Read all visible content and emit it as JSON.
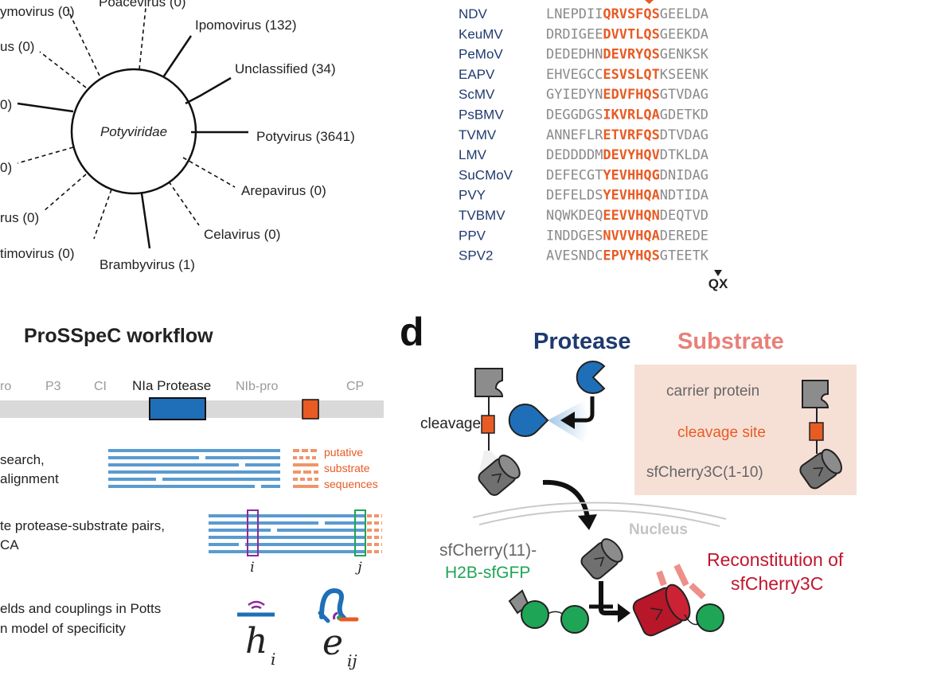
{
  "panel_a": {
    "center_label": "Potyviridae",
    "genera": [
      {
        "text": "Poacevirus (0)"
      },
      {
        "text": "Ipomovirus (132)"
      },
      {
        "text": "Unclassified (34)"
      },
      {
        "text": "Potyvirus (3641)"
      },
      {
        "text": "Arepavirus (0)"
      },
      {
        "text": "Celavirus (0)"
      },
      {
        "text": "Brambyvirus (1)"
      },
      {
        "text": "timovirus (0)"
      },
      {
        "text": "rus (0)"
      },
      {
        "text": "0)"
      },
      {
        "text": "0)"
      },
      {
        "text": "us (0)"
      },
      {
        "text": "ymovirus (0)"
      }
    ]
  },
  "panel_b": {
    "rows": [
      {
        "name": "NDV",
        "pre": "LNEPDII",
        "hl": "QRVSFQS",
        "post": "GEELDA"
      },
      {
        "name": "KeuMV",
        "pre": "DRDIGEE",
        "hl": "DVVTLQS",
        "post": "GEEKDA"
      },
      {
        "name": "PeMoV",
        "pre": "DEDEDHN",
        "hl": "DEVRYQS",
        "post": "GENKSK"
      },
      {
        "name": "EAPV",
        "pre": "EHVEGCC",
        "hl": "ESVSLQT",
        "post": "KSEENK"
      },
      {
        "name": "ScMV",
        "pre": "GYIEDYN",
        "hl": "EDVFHQS",
        "post": "GTVDAG"
      },
      {
        "name": "PsBMV",
        "pre": "DEGGDGS",
        "hl": "IKVRLQA",
        "post": "GDETKD"
      },
      {
        "name": "TVMV",
        "pre": "ANNEFLR",
        "hl": "ETVRFQS",
        "post": "DTVDAG"
      },
      {
        "name": "LMV",
        "pre": "DEDDDDM",
        "hl": "DEVYHQV",
        "post": "DTKLDA"
      },
      {
        "name": "SuCMoV",
        "pre": "DEFECGT",
        "hl": "YEVHHQG",
        "post": "DNIDAG"
      },
      {
        "name": "PVY",
        "pre": "DEFELDS",
        "hl": "YEVHHQA",
        "post": "NDTIDA"
      },
      {
        "name": "TVBMV",
        "pre": "NQWKDEQ",
        "hl": "EEVVHQN",
        "post": "DEQTVD"
      },
      {
        "name": "PPV",
        "pre": "INDDGES",
        "hl": "NVVVHQA",
        "post": "DEREDE"
      },
      {
        "name": "SPV2",
        "pre": "AVESNDC",
        "hl": "EPVYHQS",
        "post": "GTEETK"
      }
    ],
    "cut_label": "QX"
  },
  "panel_c": {
    "title": "ProSSpeC workflow",
    "genes": [
      "ro",
      "P3",
      "CI",
      "NIa Protease",
      "NIb-pro",
      "CP"
    ],
    "step1": [
      "search,",
      "alignment"
    ],
    "putative": [
      "putative",
      "substrate",
      "sequences"
    ],
    "step2": [
      "te protease-substrate pairs,",
      "CA"
    ],
    "col_i": "i",
    "col_j": "j",
    "step3": [
      "elds and couplings in Potts",
      "n model of specificity"
    ],
    "h_symbol": "h",
    "h_sub": "i",
    "e_symbol": "e",
    "e_sub": "ij"
  },
  "panel_d": {
    "letter": "d",
    "protease_title": "Protease",
    "substrate_title": "Substrate",
    "cleavage": "cleavage",
    "carrier": "carrier protein",
    "cleavage_site": "cleavage site",
    "sfcherry": "sfCherry3C(1-10)",
    "nucleus": "Nucleus",
    "sfcherry11": "sfCherry(11)-",
    "h2b": "H2B-sfGFP",
    "reconstitution": [
      "Reconstitution of",
      "sfCherry3C"
    ]
  },
  "colors": {
    "navy": "#1f3a6e",
    "orange": "#e85b24",
    "blue": "#5a9bd0",
    "green": "#1fa556",
    "crimson": "#c0172e",
    "salmon": "#e9807a",
    "substrate_bg": "#f6e0d6"
  }
}
